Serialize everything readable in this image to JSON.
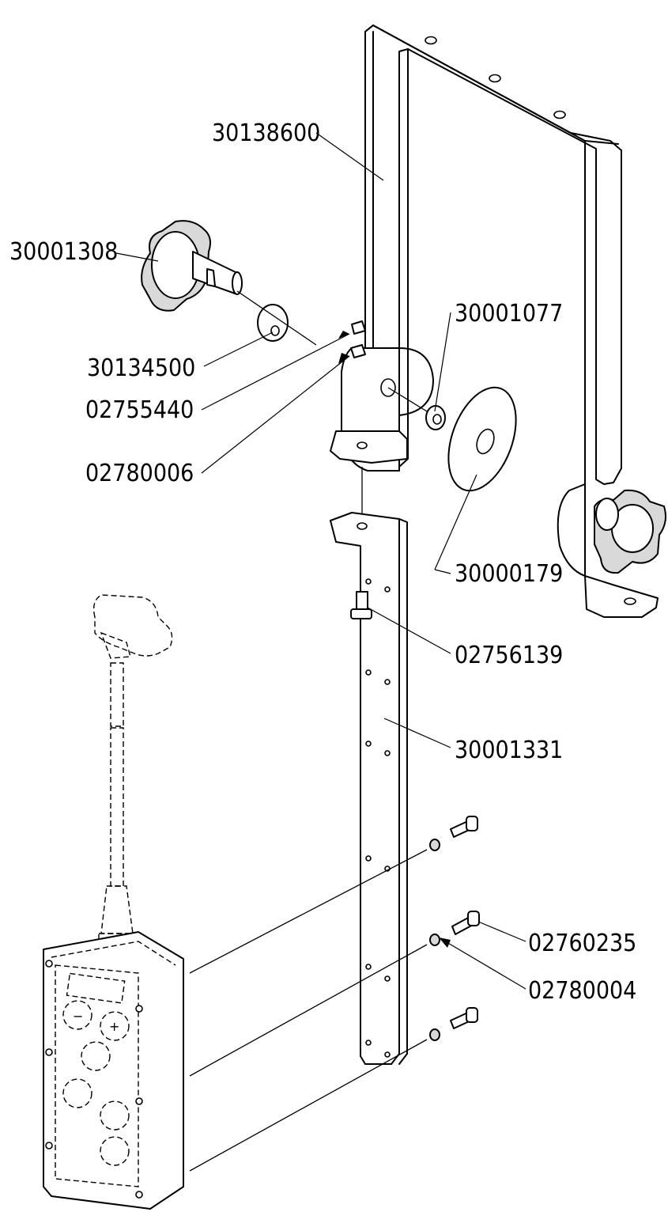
{
  "labels": {
    "bracket_u": "30138600",
    "knob": "30001308",
    "washer_small": "30134500",
    "nut": "02755440",
    "lock_washer": "02780006",
    "spacer": "30001077",
    "washer_large": "30000179",
    "pin": "02756139",
    "flat_bar": "30001331",
    "screw": "02760235",
    "spring_washer": "02780004"
  }
}
